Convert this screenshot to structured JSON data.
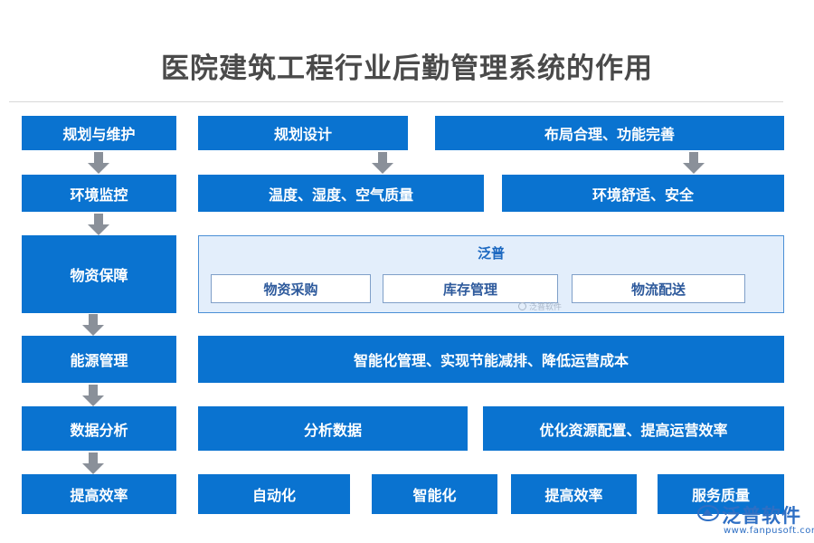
{
  "title": "医院建筑工程行业后勤管理系统的作用",
  "left_column": [
    "规划与维护",
    "环境监控",
    "物资保障",
    "能源管理",
    "数据分析",
    "提高效率"
  ],
  "rows": {
    "planning": [
      "规划设计",
      "布局合理、功能完善"
    ],
    "environment": [
      "温度、湿度、空气质量",
      "环境舒适、安全"
    ],
    "materials": {
      "panel_title": "泛普",
      "items": [
        "物资采购",
        "库存管理",
        "物流配送"
      ],
      "watermark": "泛普软件"
    },
    "energy": [
      "智能化管理、实现节能减排、降低运营成本"
    ],
    "data": [
      "分析数据",
      "优化资源配置、提高运营效率"
    ],
    "efficiency": [
      "自动化",
      "智能化",
      "提高效率",
      "服务质量"
    ]
  },
  "watermark": {
    "name": "泛普软件",
    "url": "www.fanpusoft.com",
    "icon": "fanpu-logo-icon"
  },
  "colors": {
    "box_blue": "#0a73d0",
    "arrow_gray": "#8a9099",
    "panel_bg": "#e3eefb",
    "panel_border": "#4a8fd6",
    "title_gray": "#4a4a4a"
  }
}
